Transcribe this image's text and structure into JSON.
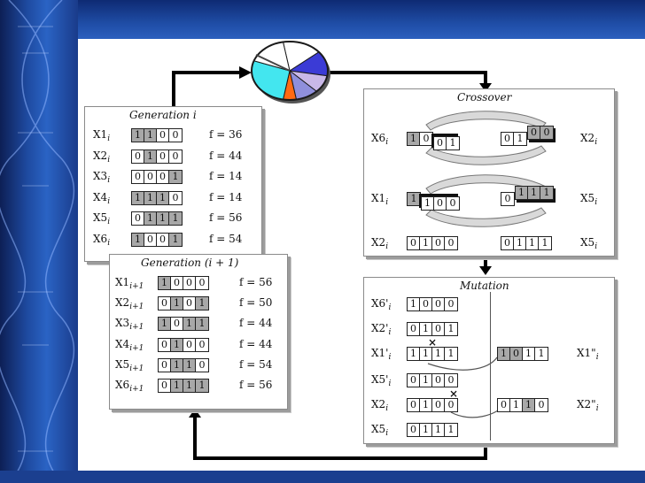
{
  "generation_i": {
    "title": "Generation i",
    "rows": [
      {
        "name": "X1",
        "sub": "i",
        "bits": [
          "1",
          "1",
          "0",
          "0"
        ],
        "shade": [
          1,
          1,
          0,
          0
        ],
        "fitness": "f = 36"
      },
      {
        "name": "X2",
        "sub": "i",
        "bits": [
          "0",
          "1",
          "0",
          "0"
        ],
        "shade": [
          0,
          1,
          0,
          0
        ],
        "fitness": "f = 44"
      },
      {
        "name": "X3",
        "sub": "i",
        "bits": [
          "0",
          "0",
          "0",
          "1"
        ],
        "shade": [
          0,
          0,
          0,
          1
        ],
        "fitness": "f = 14"
      },
      {
        "name": "X4",
        "sub": "i",
        "bits": [
          "1",
          "1",
          "1",
          "0"
        ],
        "shade": [
          1,
          1,
          1,
          0
        ],
        "fitness": "f = 14"
      },
      {
        "name": "X5",
        "sub": "i",
        "bits": [
          "0",
          "1",
          "1",
          "1"
        ],
        "shade": [
          0,
          1,
          1,
          1
        ],
        "fitness": "f = 56"
      },
      {
        "name": "X6",
        "sub": "i",
        "bits": [
          "1",
          "0",
          "0",
          "1"
        ],
        "shade": [
          1,
          0,
          0,
          1
        ],
        "fitness": "f = 54"
      }
    ]
  },
  "generation_next": {
    "title": "Generation (i + 1)",
    "rows": [
      {
        "name": "X1",
        "sub": "i+1",
        "bits": [
          "1",
          "0",
          "0",
          "0"
        ],
        "shade": [
          1,
          0,
          0,
          0
        ],
        "fitness": "f = 56"
      },
      {
        "name": "X2",
        "sub": "i+1",
        "bits": [
          "0",
          "1",
          "0",
          "1"
        ],
        "shade": [
          0,
          1,
          0,
          1
        ],
        "fitness": "f = 50"
      },
      {
        "name": "X3",
        "sub": "i+1",
        "bits": [
          "1",
          "0",
          "1",
          "1"
        ],
        "shade": [
          1,
          0,
          1,
          1
        ],
        "fitness": "f = 44"
      },
      {
        "name": "X4",
        "sub": "i+1",
        "bits": [
          "0",
          "1",
          "0",
          "0"
        ],
        "shade": [
          0,
          1,
          0,
          0
        ],
        "fitness": "f = 44"
      },
      {
        "name": "X5",
        "sub": "i+1",
        "bits": [
          "0",
          "1",
          "1",
          "0"
        ],
        "shade": [
          0,
          1,
          1,
          0
        ],
        "fitness": "f = 54"
      },
      {
        "name": "X6",
        "sub": "i+1",
        "bits": [
          "0",
          "1",
          "1",
          "1"
        ],
        "shade": [
          0,
          1,
          1,
          1
        ],
        "fitness": "f = 56"
      }
    ]
  },
  "crossover": {
    "title": "Crossover",
    "pair1": {
      "left": "X6",
      "left_sub": "i",
      "right": "X2",
      "right_sub": "i",
      "left_bits": [
        "1",
        "0"
      ],
      "left_tail": [
        "0",
        "1"
      ],
      "right_bits": [
        "0",
        "1"
      ],
      "right_tail": [
        "0",
        "0"
      ]
    },
    "pair2": {
      "left": "X1",
      "left_sub": "i",
      "right": "X5",
      "right_sub": "i",
      "left_bits": [
        "1"
      ],
      "left_tail": [
        "1",
        "0",
        "0"
      ],
      "right_bits": [
        "0"
      ],
      "right_tail": [
        "1",
        "1",
        "1"
      ]
    },
    "pair3": {
      "left": "X2",
      "left_sub": "i",
      "right": "X5",
      "right_sub": "i",
      "left_bits": [
        "0",
        "1",
        "0",
        "0"
      ],
      "right_bits": [
        "0",
        "1",
        "1",
        "1"
      ]
    }
  },
  "mutation": {
    "title": "Mutation",
    "rows": [
      {
        "name": "X6'",
        "sub": "i",
        "bits": [
          "1",
          "0",
          "0",
          "0"
        ]
      },
      {
        "name": "X2'",
        "sub": "i",
        "bits": [
          "0",
          "1",
          "0",
          "1"
        ]
      },
      {
        "name": "X1'",
        "sub": "i",
        "bits": [
          "1",
          "1",
          "1",
          "1"
        ]
      },
      {
        "name": "X5'",
        "sub": "i",
        "bits": [
          "0",
          "1",
          "0",
          "0"
        ]
      },
      {
        "name": "X2",
        "sub": "i",
        "bits": [
          "0",
          "1",
          "0",
          "0"
        ]
      },
      {
        "name": "X5",
        "sub": "i",
        "bits": [
          "0",
          "1",
          "1",
          "1"
        ]
      }
    ],
    "mutant1": {
      "name": "X1\"",
      "sub": "i",
      "bits": [
        "1",
        "0",
        "1",
        "1"
      ]
    },
    "mutant2": {
      "name": "X2\"",
      "sub": "i",
      "bits": [
        "0",
        "1",
        "1",
        "0"
      ]
    },
    "mark": "×"
  },
  "roulette_colors": [
    "#1a1a1a",
    "#ffffff",
    "#3b3bd6",
    "#c9b8e8",
    "#ff6a13",
    "#43e6ef",
    "#8f8fdc"
  ]
}
